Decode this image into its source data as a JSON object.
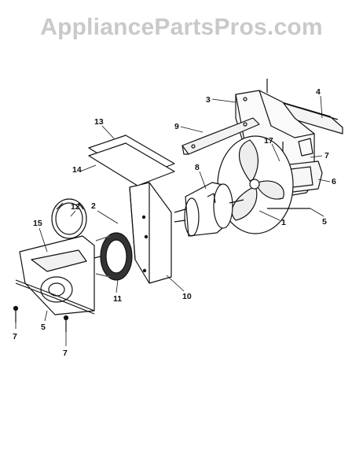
{
  "watermark": "AppliancePartsPros.com",
  "top_cutoff_text": "",
  "callouts": [
    {
      "id": "3",
      "label": "3"
    },
    {
      "id": "4",
      "label": "4"
    },
    {
      "id": "9",
      "label": "9"
    },
    {
      "id": "17",
      "label": "17"
    },
    {
      "id": "7a",
      "label": "7"
    },
    {
      "id": "8",
      "label": "8"
    },
    {
      "id": "6",
      "label": "6"
    },
    {
      "id": "13",
      "label": "13"
    },
    {
      "id": "14",
      "label": "14"
    },
    {
      "id": "1",
      "label": "1"
    },
    {
      "id": "5a",
      "label": "5"
    },
    {
      "id": "2",
      "label": "2"
    },
    {
      "id": "12",
      "label": "12"
    },
    {
      "id": "15",
      "label": "15"
    },
    {
      "id": "11",
      "label": "11"
    },
    {
      "id": "10",
      "label": "10"
    },
    {
      "id": "5b",
      "label": "5"
    },
    {
      "id": "7b",
      "label": "7"
    },
    {
      "id": "7c",
      "label": "7"
    }
  ]
}
